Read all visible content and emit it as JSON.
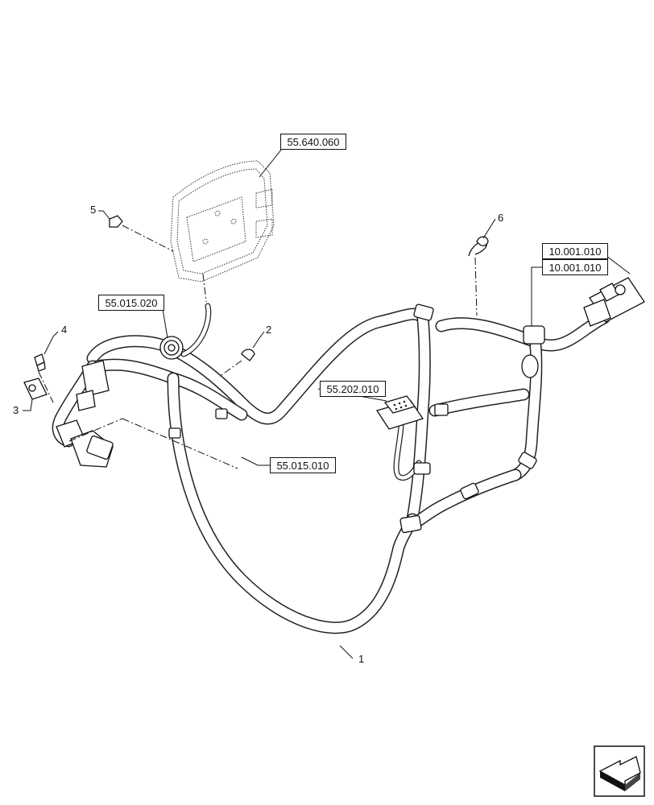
{
  "callouts": {
    "c1": "1",
    "c2": "2",
    "c3": "3",
    "c4": "4",
    "c5": "5",
    "c6": "6"
  },
  "references": {
    "r_module": "55.640.060",
    "r_connector_left": "55.015.020",
    "r_harness": "55.015.010",
    "r_switch": "55.202.010",
    "r_cab_a": "10.001.010",
    "r_cab_b": "10.001.010"
  },
  "icons": {
    "nav": "next-page-arrow-icon"
  }
}
